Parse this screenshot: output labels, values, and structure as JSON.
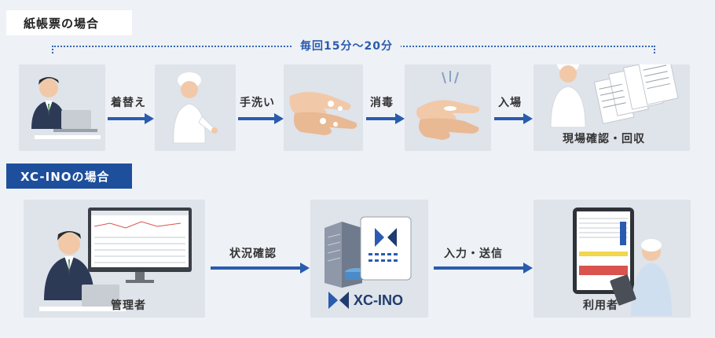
{
  "sections": {
    "paper_label": "紙帳票の場合",
    "xc_label": "XC-INOの場合"
  },
  "paper_flow": {
    "time_label": "毎回15分〜20分",
    "steps": [
      "着替え",
      "手洗い",
      "消毒",
      "入場"
    ],
    "final_label": "現場確認・回収"
  },
  "xc_flow": {
    "manager_label": "管理者",
    "step_check": "状況確認",
    "brand_name": "XC-INO",
    "step_send": "入力・送信",
    "user_label": "利用者"
  },
  "colors": {
    "accent": "#2a5bae",
    "navy_tag": "#1e4f9c",
    "panel_bg": "#dfe3ea",
    "page_bg": "#eef1f6"
  }
}
